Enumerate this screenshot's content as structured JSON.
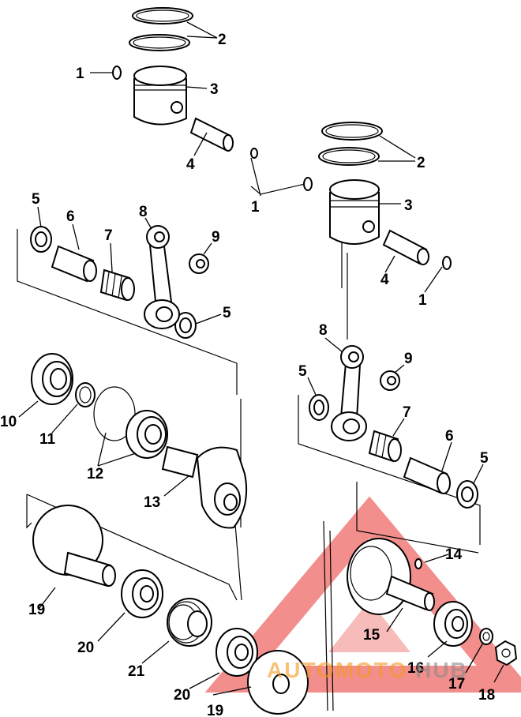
{
  "callouts": {
    "c1": "1",
    "c2": "2",
    "c3": "3",
    "c4": "4",
    "c5": "5",
    "c6": "6",
    "c7": "7",
    "c8": "8",
    "c9": "9",
    "c10": "10",
    "c11": "11",
    "c12": "12",
    "c13": "13",
    "c14": "14",
    "c15": "15",
    "c16": "16",
    "c17": "17",
    "c18": "18",
    "c19": "19",
    "c20": "20",
    "c21": "21"
  },
  "watermark": {
    "part1": "AUTOMOTO",
    "part2": "HUB",
    "color_red": "#e8332f",
    "color_orange": "#f39a1f",
    "color_gray": "#8a8a8a"
  }
}
